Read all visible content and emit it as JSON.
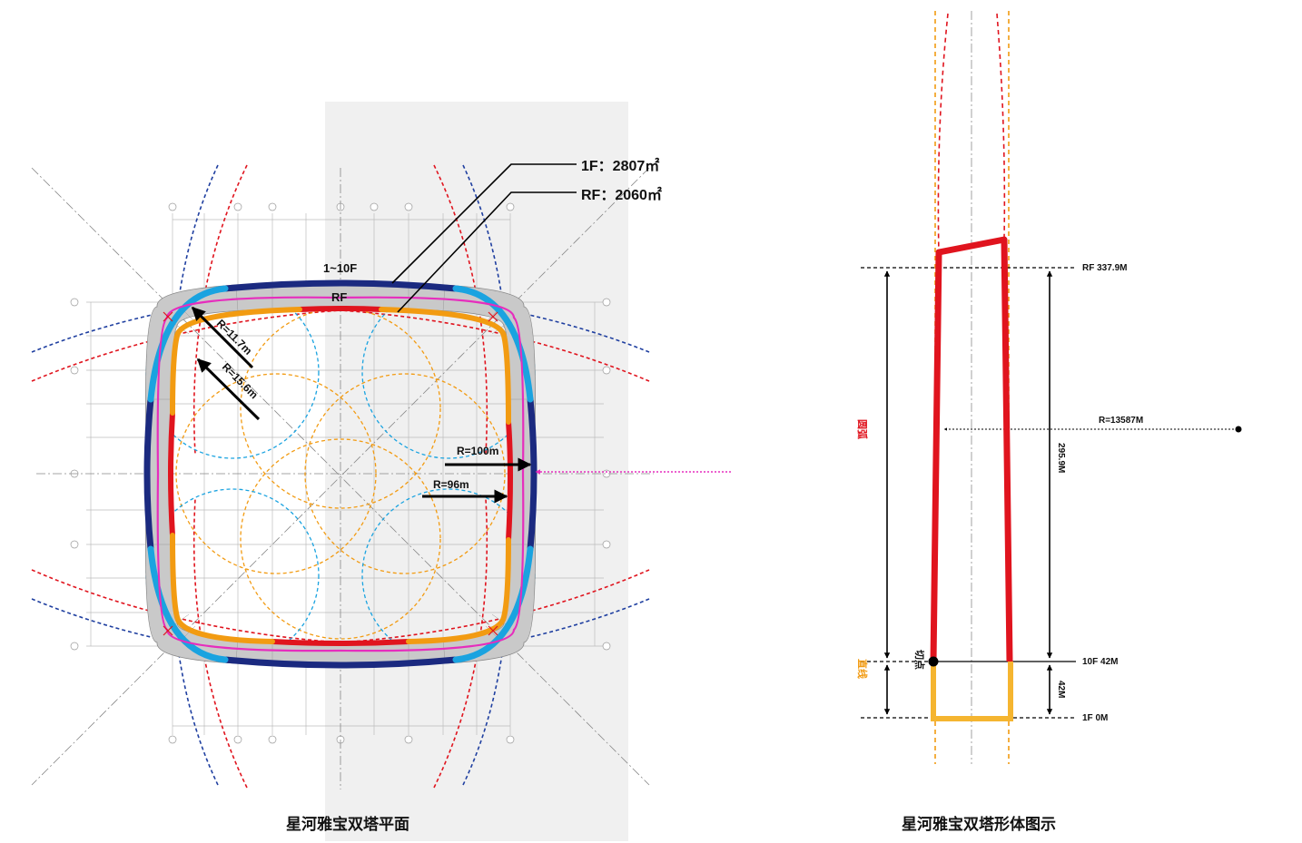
{
  "plan": {
    "caption": "星河雅宝双塔平面",
    "label_floors": "1~10F",
    "label_rf": "RF",
    "area_1f": "1F：2807㎡",
    "area_rf": "RF：2060㎡",
    "radius_corner_inner": "R=11.7m",
    "radius_corner_outer": "R=15.6m",
    "radius_side_outer": "R=100m",
    "radius_side_inner": "R=96m"
  },
  "section": {
    "caption": "星河雅宝双塔形体图示",
    "level_top": "RF 337.9M",
    "level_mid": "10F 42M",
    "level_base": "1F 0M",
    "height_upper": "295.9M",
    "height_lower": "42M",
    "radius_label": "R=13587M",
    "label_arc": "圆弧",
    "label_straight": "直线",
    "label_tangent": "切点"
  },
  "colors": {
    "navy": "#1b2a80",
    "cyan": "#1aa3e0",
    "red": "#e0141e",
    "orange": "#f29b12",
    "magenta": "#e62dbd",
    "yellow": "#f5b530"
  }
}
